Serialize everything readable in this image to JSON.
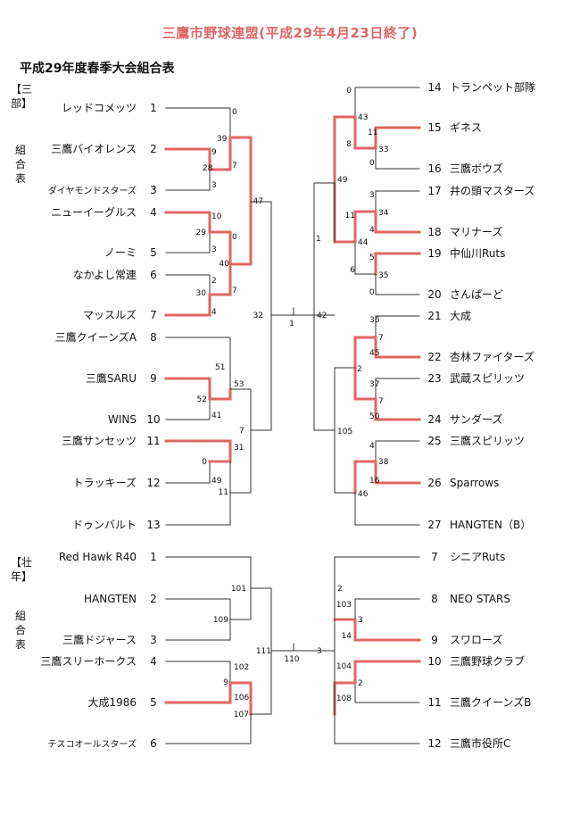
{
  "page": {
    "title": "三鷹市野球連盟(平成29年4月23日終了)",
    "subtitle": "平成29年度春季大会組合表"
  },
  "sections": {
    "div3": {
      "label_top": "【三部】",
      "label_bottom": "組合表"
    },
    "senior": {
      "label_top": "【壮年】",
      "label_bottom": "組合表"
    }
  },
  "colors": {
    "win": "#e06666",
    "line": "#333333",
    "title": "#e06666"
  },
  "div3_left": [
    {
      "n": "1",
      "name": "レッドコメッツ"
    },
    {
      "n": "2",
      "name": "三鷹バイオレンス"
    },
    {
      "n": "3",
      "name": "ダイヤモンドスターズ"
    },
    {
      "n": "4",
      "name": "ニューイーグルス"
    },
    {
      "n": "5",
      "name": "ノーミ"
    },
    {
      "n": "6",
      "name": "なかよし常連"
    },
    {
      "n": "7",
      "name": "マッスルズ"
    },
    {
      "n": "8",
      "name": "三鷹クイーンズA"
    },
    {
      "n": "9",
      "name": "三鷹SARU"
    },
    {
      "n": "10",
      "name": "WINS"
    },
    {
      "n": "11",
      "name": "三鷹サンセッツ"
    },
    {
      "n": "12",
      "name": "トラッキーズ"
    },
    {
      "n": "13",
      "name": "ドゥンバルト"
    }
  ],
  "div3_right": [
    {
      "n": "14",
      "name": "トランペット部隊"
    },
    {
      "n": "15",
      "name": "ギネス"
    },
    {
      "n": "16",
      "name": "三鷹ボウズ"
    },
    {
      "n": "17",
      "name": "井の頭マスターズ"
    },
    {
      "n": "18",
      "name": "マリナーズ"
    },
    {
      "n": "19",
      "name": "中仙川Ruts"
    },
    {
      "n": "20",
      "name": "さんぱーど"
    },
    {
      "n": "21",
      "name": "大成"
    },
    {
      "n": "22",
      "name": "杏林ファイターズ"
    },
    {
      "n": "23",
      "name": "武蔵スピリッツ"
    },
    {
      "n": "24",
      "name": "サンダーズ"
    },
    {
      "n": "25",
      "name": "三鷹スピリッツ"
    },
    {
      "n": "26",
      "name": "Sparrows"
    },
    {
      "n": "27",
      "name": "HANGTEN（B）"
    }
  ],
  "senior_left": [
    {
      "n": "1",
      "name": "Red  Hawk  R40"
    },
    {
      "n": "2",
      "name": "HANGTEN"
    },
    {
      "n": "3",
      "name": "三鷹ドジャース"
    },
    {
      "n": "4",
      "name": "三鷹スリーホークス"
    },
    {
      "n": "5",
      "name": "大成1986"
    },
    {
      "n": "6",
      "name": "テスコオールスターズ"
    }
  ],
  "senior_right": [
    {
      "n": "7",
      "name": "シニアRuts"
    },
    {
      "n": "8",
      "name": "NEO  STARS"
    },
    {
      "n": "9",
      "name": "スワローズ"
    },
    {
      "n": "10",
      "name": "三鷹野球クラブ"
    },
    {
      "n": "11",
      "name": "三鷹クイーンズB"
    },
    {
      "n": "12",
      "name": "三鷹市役所C"
    }
  ],
  "labels": [
    "0",
    "39",
    "9",
    "28",
    "7",
    "3",
    "47",
    "10",
    "29",
    "0",
    "3",
    "40",
    "2",
    "30",
    "7",
    "4",
    "51",
    "53",
    "52",
    "41",
    "7",
    "31",
    "0",
    "49",
    "11",
    "32",
    "1",
    "42",
    "0",
    "43",
    "11",
    "8",
    "33",
    "0",
    "49",
    "3",
    "11",
    "34",
    "44",
    "4",
    "5",
    "6",
    "35",
    "0",
    "1",
    "36",
    "7",
    "45",
    "2",
    "37",
    "7",
    "50",
    "4",
    "38",
    "16",
    "46",
    "105",
    "101",
    "109",
    "111",
    "110",
    "3",
    "102",
    "9",
    "106",
    "107",
    "2",
    "103",
    "3",
    "14",
    "104",
    "2",
    "108"
  ]
}
